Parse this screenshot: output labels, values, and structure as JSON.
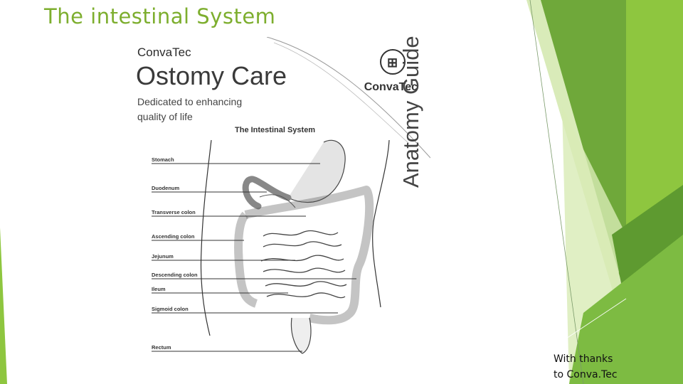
{
  "slide": {
    "title": "The intestinal System",
    "credit_line1": "With thanks",
    "credit_line2": "to Conva.Tec"
  },
  "figure": {
    "brand": "ConvaTec",
    "heading": "Ostomy Care",
    "tagline_line1": "Dedicated to enhancing",
    "tagline_line2": "quality of life",
    "logo_text": "ConvaTec",
    "system_title": "The Intestinal System",
    "side_title": "Anatomy Guide",
    "labels": [
      "Stomach",
      "Duodenum",
      "Transverse colon",
      "Ascending colon",
      "Jejunum",
      "Descending colon",
      "Ileum",
      "Sigmoid colon",
      "Rectum"
    ]
  },
  "colors": {
    "accent_green": "#7dae2e",
    "dark_green": "#5c9a2a",
    "light_green": "#c9e39b"
  }
}
